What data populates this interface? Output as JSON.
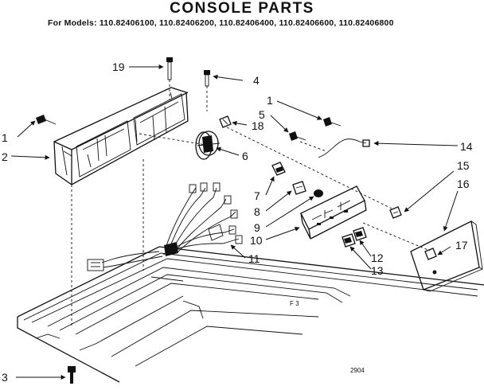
{
  "header": {
    "title": "CONSOLE PARTS",
    "models": "For Models: 110.82406100, 110.82406200, 110.82406400, 110.82406600, 110.82406800"
  },
  "callouts": {
    "c1a": "1",
    "c1b": "1",
    "c2": "2",
    "c3": "3",
    "c4": "4",
    "c5": "5",
    "c6": "6",
    "c7": "7",
    "c8": "8",
    "c9": "9",
    "c10": "10",
    "c11": "11",
    "c12": "12",
    "c13": "13",
    "c14": "14",
    "c15": "15",
    "c16": "16",
    "c17": "17",
    "c18": "18",
    "c19": "19"
  },
  "marks": {
    "inset_mark": "F 3",
    "page_code": "2904"
  }
}
